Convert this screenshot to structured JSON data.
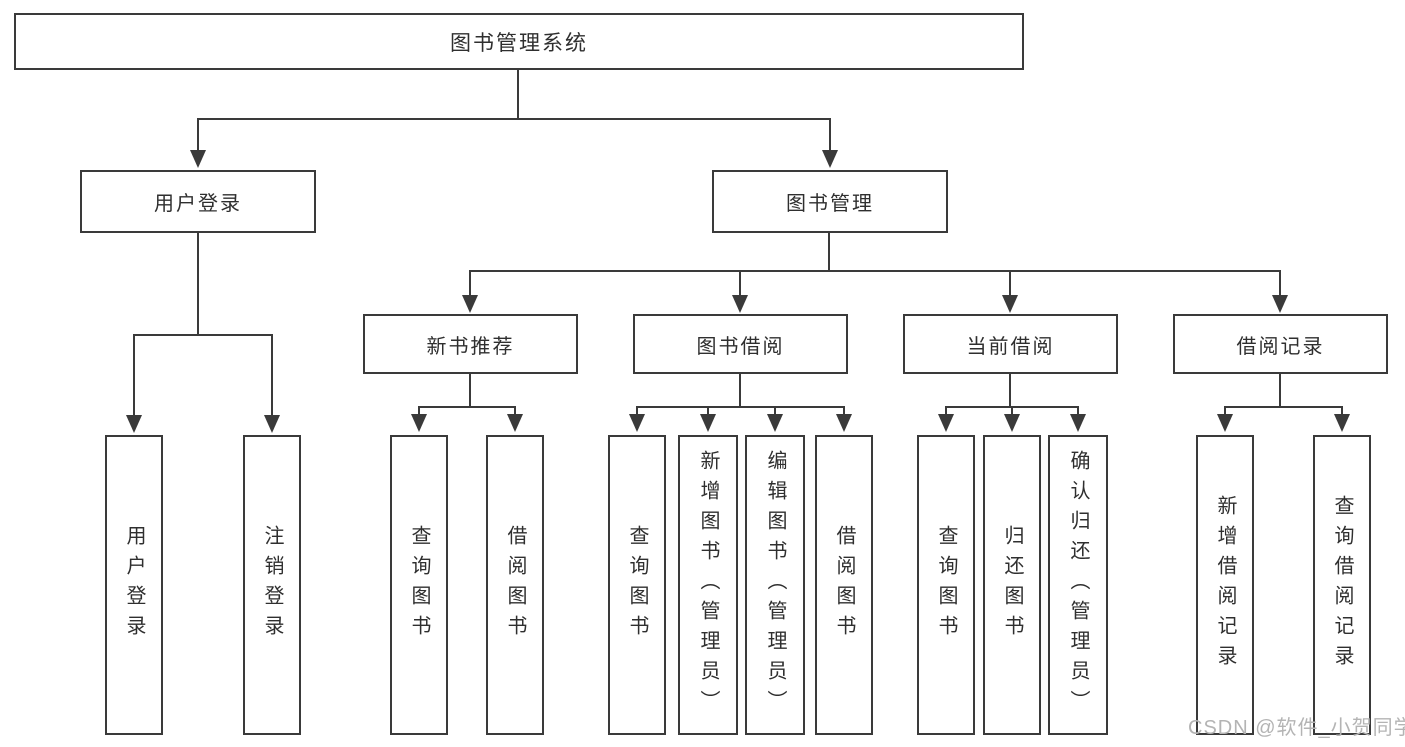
{
  "diagram": {
    "root": {
      "label": "图书管理系统"
    },
    "branches": [
      {
        "label": "用户登录",
        "children": [
          {
            "label": "用户登录"
          },
          {
            "label": "注销登录"
          }
        ]
      },
      {
        "label": "图书管理",
        "children": [
          {
            "label": "新书推荐",
            "children": [
              {
                "label": "查询图书"
              },
              {
                "label": "借阅图书"
              }
            ]
          },
          {
            "label": "图书借阅",
            "children": [
              {
                "label": "查询图书"
              },
              {
                "label": "新增图书（管理员）"
              },
              {
                "label": "编辑图书（管理员）"
              },
              {
                "label": "借阅图书"
              }
            ]
          },
          {
            "label": "当前借阅",
            "children": [
              {
                "label": "查询图书"
              },
              {
                "label": "归还图书"
              },
              {
                "label": "确认归还（管理员）"
              }
            ]
          },
          {
            "label": "借阅记录",
            "children": [
              {
                "label": "新增借阅记录"
              },
              {
                "label": "查询借阅记录"
              }
            ]
          }
        ]
      }
    ]
  },
  "watermark": {
    "text": "CSDN @软件_小贺同学"
  },
  "colors": {
    "line": "#3a3a3a",
    "text": "#2f2f2f",
    "watermark": "#b4b4b4",
    "background": "#ffffff"
  }
}
